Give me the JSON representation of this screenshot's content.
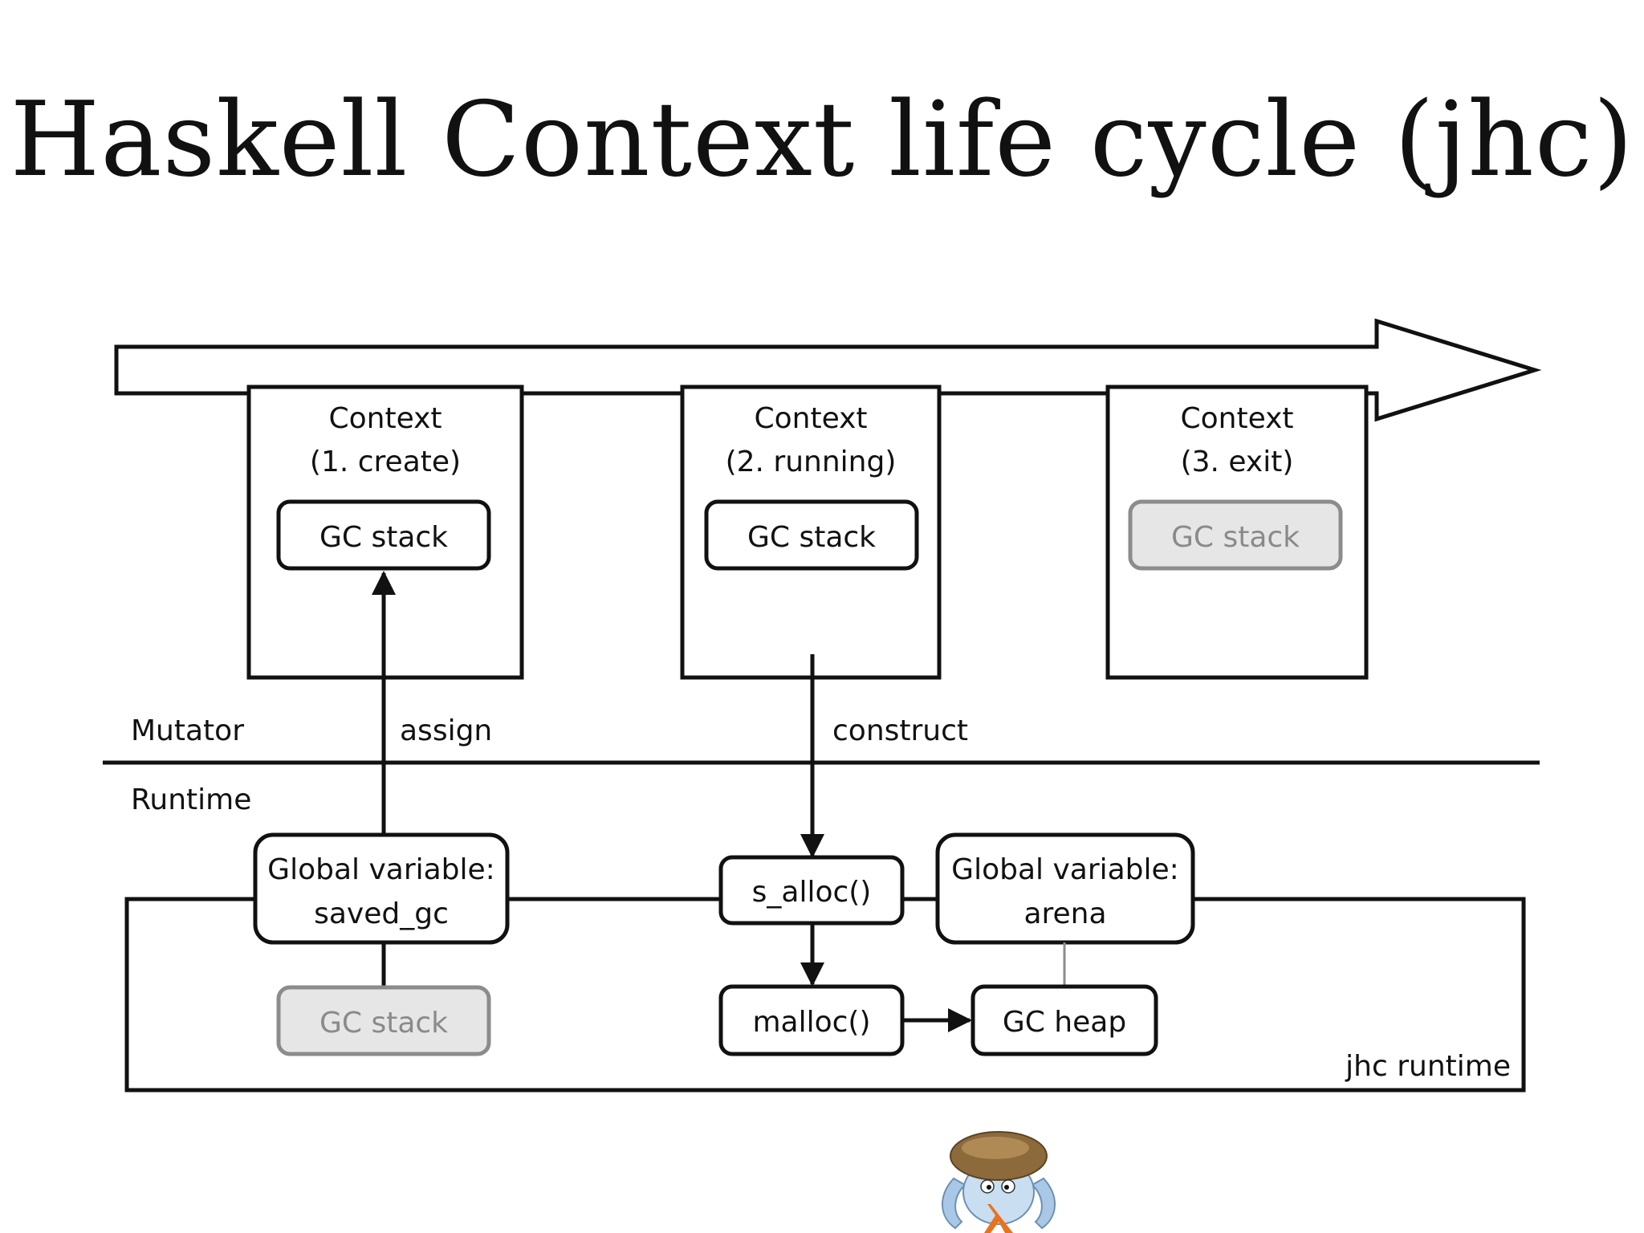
{
  "title": "Haskell Context life cycle (jhc)",
  "diagram": {
    "contexts": [
      {
        "line1": "Context",
        "line2": "(1. create)",
        "stack_label": "GC stack",
        "stack_greyed": false
      },
      {
        "line1": "Context",
        "line2": "(2. running)",
        "stack_label": "GC stack",
        "stack_greyed": false
      },
      {
        "line1": "Context",
        "line2": "(3. exit)",
        "stack_label": "GC stack",
        "stack_greyed": true
      }
    ],
    "zones": {
      "mutator": "Mutator",
      "runtime": "Runtime"
    },
    "edge_labels": {
      "assign": "assign",
      "construct": "construct"
    },
    "runtime_box_label": "jhc runtime",
    "nodes": {
      "saved_gc": {
        "line1": "Global variable:",
        "line2": "saved_gc"
      },
      "arena": {
        "line1": "Global variable:",
        "line2": "arena"
      },
      "s_alloc": "s_alloc()",
      "malloc": "malloc()",
      "gc_heap": "GC heap",
      "saved_stack": "GC stack"
    }
  },
  "logo": "jhc-mascot"
}
